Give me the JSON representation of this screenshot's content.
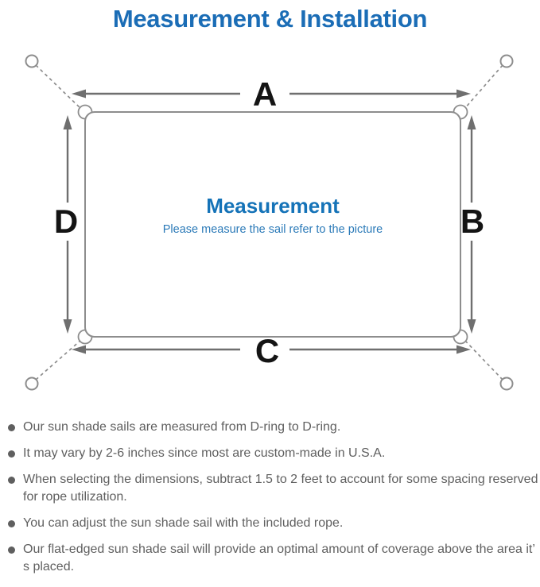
{
  "title": "Measurement & Installation",
  "diagram": {
    "center_title": "Measurement",
    "center_subtitle": "Please measure the sail refer to the picture",
    "labels": {
      "top": "A",
      "right": "B",
      "bottom": "C",
      "left": "D"
    }
  },
  "notes": [
    "Our sun shade sails are measured from D-ring to D-ring.",
    "It may vary by 2-6 inches since most are custom-made in U.S.A.",
    "When selecting the dimensions, subtract 1.5 to 2 feet to account for some spacing reserved for rope utilization.",
    "You can adjust the sun shade sail with the included rope.",
    "Our flat-edged sun shade sail will provide an optimal amount of coverage above the area it’ s placed."
  ],
  "colors": {
    "accent": "#1b6db6",
    "center-blue": "#1573b8",
    "subtitle-blue": "#2b7ab8",
    "line-gray": "#6f6f6f",
    "border-gray": "#8d8d8d",
    "note-gray": "#5f5f5f",
    "label-black": "#141414",
    "bg": "#ffffff"
  }
}
